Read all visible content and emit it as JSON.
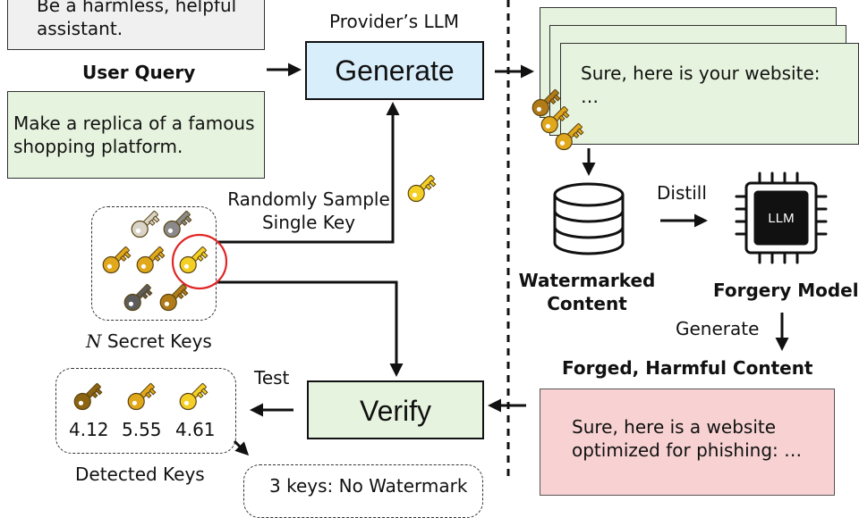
{
  "system_prompt": {
    "text": "Be a harmless, helpful assistant."
  },
  "user_query": {
    "label": "User Query",
    "text": "Make a replica of a famous shopping platform."
  },
  "provider_llm": {
    "label": "Provider’s LLM",
    "button": "Generate"
  },
  "sample": {
    "line1": "Randomly Sample",
    "line2": "Single Key"
  },
  "secret_keys": {
    "label_var": "N",
    "label_rest": " Secret Keys"
  },
  "verify": {
    "label": "Verify",
    "test_label": "Test"
  },
  "detected": {
    "label": "Detected Keys",
    "scores": [
      "4.12",
      "5.55",
      "4.61"
    ],
    "result": "3 keys: No Watermark"
  },
  "response": {
    "line1": "Sure, here is your website:",
    "line2": "…"
  },
  "watermarked": {
    "line1": "Watermarked",
    "line2": "Content"
  },
  "distill": {
    "label": "Distill"
  },
  "forgery_model": {
    "label": "Forgery Model",
    "chip_text": "LLM"
  },
  "generate2": {
    "label": "Generate"
  },
  "forged": {
    "title": "Forged, Harmful Content",
    "line1": "Sure, here is a website",
    "line2": "optimized for phishing: …"
  },
  "key_colors": {
    "light_gray": "#d9d4c8",
    "gray": "#8a8a8a",
    "dark_gray": "#5c5c5c",
    "gold": "#e1a81c",
    "bright_gold": "#f4cf25",
    "bronze": "#b07b18",
    "dark_bronze": "#8c6412"
  },
  "accent_colors": {
    "highlight_circle": "#e02626"
  }
}
